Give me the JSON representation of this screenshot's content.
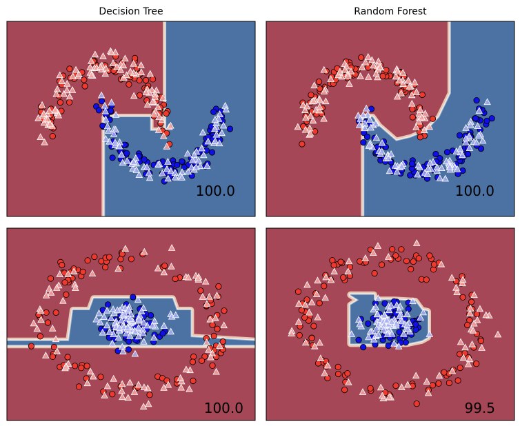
{
  "colors": {
    "region_red": "#a54756",
    "region_blue": "#4c72a4",
    "boundary": "#f2ece4",
    "point_red": "#ee3a2e",
    "point_blue": "#0f10e6",
    "tri_red": "#f5a6a2",
    "tri_blue": "#a8b0f2",
    "frame": "#000000"
  },
  "chart_data": [
    {
      "type": "scatter",
      "subtype": "decision-boundary",
      "dataset": "moons",
      "title": "Decision Tree",
      "score": "100.0",
      "xlim": [
        -1.7,
        2.6
      ],
      "ylim": [
        -1.2,
        1.65
      ],
      "regions": {
        "blue": [
          [
            0.0,
            -1.2
          ],
          [
            0.0,
            0.25
          ],
          [
            0.78,
            0.25
          ],
          [
            0.78,
            0.05
          ],
          [
            1.06,
            0.05
          ],
          [
            1.06,
            1.65
          ],
          [
            2.6,
            1.65
          ],
          [
            2.6,
            -1.2
          ]
        ]
      },
      "series": [
        {
          "class": "red",
          "shape": "moon_upper",
          "train_marker": "circle",
          "test_marker": "triangle"
        },
        {
          "class": "blue",
          "shape": "moon_lower",
          "train_marker": "circle",
          "test_marker": "triangle"
        }
      ]
    },
    {
      "type": "scatter",
      "subtype": "decision-boundary",
      "dataset": "moons",
      "title": "Random Forest",
      "score": "100.0",
      "xlim": [
        -1.7,
        2.6
      ],
      "ylim": [
        -1.2,
        1.65
      ],
      "regions": {
        "blue": [
          [
            0.0,
            -1.2
          ],
          [
            0.0,
            0.25
          ],
          [
            0.14,
            0.25
          ],
          [
            0.25,
            0.12
          ],
          [
            0.55,
            -0.1
          ],
          [
            0.8,
            -0.05
          ],
          [
            1.08,
            0.05
          ],
          [
            1.3,
            0.25
          ],
          [
            1.5,
            0.6
          ],
          [
            1.5,
            1.65
          ],
          [
            2.6,
            1.65
          ],
          [
            2.6,
            -1.2
          ]
        ]
      },
      "series": [
        {
          "class": "red",
          "shape": "moon_upper",
          "train_marker": "circle",
          "test_marker": "triangle"
        },
        {
          "class": "blue",
          "shape": "moon_lower",
          "train_marker": "circle",
          "test_marker": "triangle"
        }
      ]
    },
    {
      "type": "scatter",
      "subtype": "decision-boundary",
      "dataset": "circles",
      "title": "",
      "score": "100.0",
      "xlim": [
        -1.5,
        1.5
      ],
      "ylim": [
        -1.5,
        1.5
      ],
      "regions": {
        "blue": [
          [
            -1.5,
            -0.32
          ],
          [
            -1.5,
            -0.26
          ],
          [
            -0.75,
            -0.26
          ],
          [
            -0.7,
            0.22
          ],
          [
            -0.5,
            0.22
          ],
          [
            -0.45,
            0.4
          ],
          [
            0.5,
            0.4
          ],
          [
            0.55,
            0.22
          ],
          [
            0.72,
            0.22
          ],
          [
            0.72,
            -0.2
          ],
          [
            1.5,
            -0.26
          ],
          [
            1.5,
            -0.32
          ]
        ]
      },
      "series": [
        {
          "class": "red",
          "shape": "ring",
          "train_marker": "circle",
          "test_marker": "triangle"
        },
        {
          "class": "blue",
          "shape": "center",
          "train_marker": "circle",
          "test_marker": "triangle"
        }
      ]
    },
    {
      "type": "scatter",
      "subtype": "decision-boundary",
      "dataset": "circles",
      "title": "",
      "score": "99.5",
      "xlim": [
        -1.5,
        1.5
      ],
      "ylim": [
        -1.5,
        1.5
      ],
      "regions": {
        "blue": [
          [
            -0.48,
            0.46
          ],
          [
            -0.2,
            0.46
          ],
          [
            -0.2,
            0.38
          ],
          [
            0.05,
            0.38
          ],
          [
            0.3,
            0.36
          ],
          [
            0.38,
            0.22
          ],
          [
            0.45,
            0.2
          ],
          [
            0.45,
            -0.2
          ],
          [
            0.38,
            -0.25
          ],
          [
            0.2,
            -0.3
          ],
          [
            -0.48,
            -0.3
          ],
          [
            -0.48,
            0.3
          ],
          [
            -0.38,
            0.38
          ]
        ]
      },
      "series": [
        {
          "class": "red",
          "shape": "ring",
          "train_marker": "circle",
          "test_marker": "triangle"
        },
        {
          "class": "blue",
          "shape": "center",
          "train_marker": "circle",
          "test_marker": "triangle"
        }
      ]
    }
  ]
}
